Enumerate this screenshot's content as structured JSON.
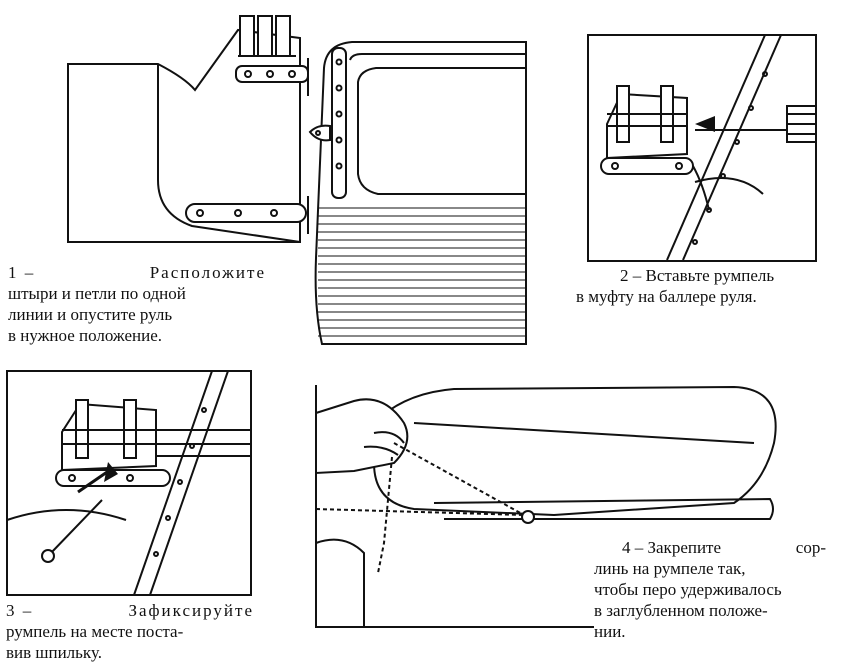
{
  "steps": [
    {
      "number": "1",
      "lines": [
        "Расположите",
        "штыри и петли по одной",
        "линии и опустите руль",
        "в нужное положение."
      ]
    },
    {
      "number": "2",
      "lines": [
        "Вставьте румпель",
        "в муфту на баллере руля."
      ]
    },
    {
      "number": "3",
      "lines": [
        "Зафиксируйте",
        "румпель на месте поста-",
        "вив шпильку."
      ]
    },
    {
      "number": "4",
      "lines": [
        "Закрепите",
        "сор-",
        "линь на румпеле так,",
        "чтобы перо удерживалось",
        "в заглубленном положе-",
        "нии."
      ]
    }
  ],
  "dash": "–",
  "ink_color": "#111111"
}
